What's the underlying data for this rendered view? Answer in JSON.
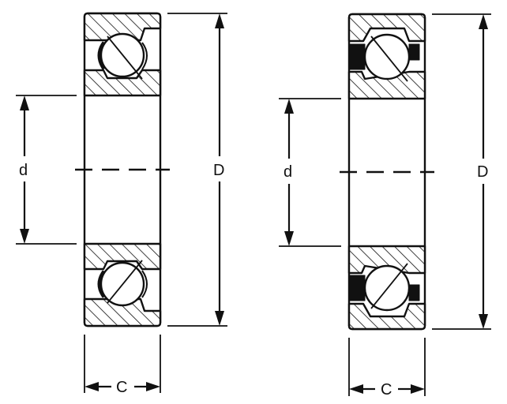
{
  "colors": {
    "ink": "#111111",
    "background": "#ffffff"
  },
  "bearings": [
    {
      "name": "left-bearing",
      "labels": {
        "bore": "d",
        "outer": "D",
        "width": "C"
      }
    },
    {
      "name": "right-bearing",
      "labels": {
        "bore": "d",
        "outer": "D",
        "width": "C"
      }
    }
  ]
}
